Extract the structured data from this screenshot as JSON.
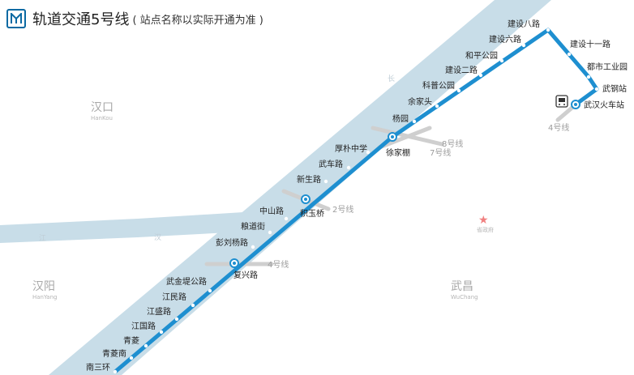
{
  "header": {
    "title": "轨道交通5号线",
    "subtitle": "( 站点名称以实际开通为准 )",
    "logo_icon": "metro-logo-icon"
  },
  "colors": {
    "line5": "#1e8fd0",
    "river": "#c8dde8",
    "station_fill": "#ffffff",
    "transfer_line": "#cfcfcf",
    "landmark_star": "#f08080"
  },
  "stations": [
    {
      "name": "南三环"
    },
    {
      "name": "青菱南"
    },
    {
      "name": "青菱"
    },
    {
      "name": "江国路"
    },
    {
      "name": "江盛路"
    },
    {
      "name": "江民路"
    },
    {
      "name": "武金堤公路"
    },
    {
      "name": "复兴路",
      "transfer": "4号线"
    },
    {
      "name": "彭刘杨路"
    },
    {
      "name": "粮道街"
    },
    {
      "name": "中山路"
    },
    {
      "name": "积玉桥",
      "transfer": "2号线"
    },
    {
      "name": "新生路"
    },
    {
      "name": "武车路"
    },
    {
      "name": "厚朴中学"
    },
    {
      "name": "徐家棚",
      "transfer": "8号线 / 7号线"
    },
    {
      "name": "杨园"
    },
    {
      "name": "余家头"
    },
    {
      "name": "科普公园"
    },
    {
      "name": "建设二路"
    },
    {
      "name": "和平公园"
    },
    {
      "name": "建设六路"
    },
    {
      "name": "建设八路"
    },
    {
      "name": "建设十一路"
    },
    {
      "name": "都市工业园"
    },
    {
      "name": "武钢站"
    },
    {
      "name": "武汉火车站",
      "transfer": "4号线"
    }
  ],
  "transfer_lines": {
    "line2": "2号线",
    "line4_a": "4号线",
    "line4_b": "4号线",
    "line7": "7号线",
    "line8": "8号线"
  },
  "districts": {
    "hankou": {
      "name": "汉口",
      "pinyin": "HanKou"
    },
    "hanyang": {
      "name": "汉阳",
      "pinyin": "HanYang"
    },
    "wuchang": {
      "name": "武昌",
      "pinyin": "WuChang"
    }
  },
  "rivers": {
    "yangtze_label": "长",
    "han_label_1": "江",
    "han_label_2": "汉"
  },
  "landmarks": {
    "gov": {
      "label": "省政府",
      "icon": "star-icon"
    },
    "rail": {
      "icon": "train-station-icon"
    }
  }
}
